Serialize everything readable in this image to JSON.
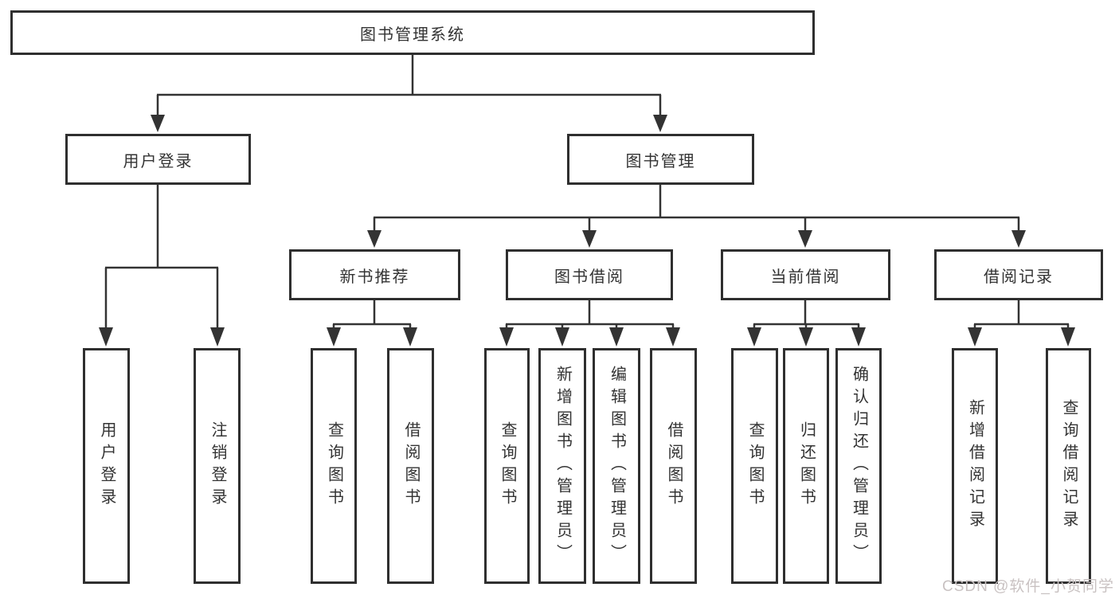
{
  "tree": {
    "root": {
      "label": "图书管理系统"
    },
    "branches": [
      {
        "label": "用户登录",
        "children": [
          {
            "label": "用户登录"
          },
          {
            "label": "注销登录"
          }
        ]
      },
      {
        "label": "图书管理",
        "groups": [
          {
            "label": "新书推荐",
            "children": [
              {
                "label": "查询图书"
              },
              {
                "label": "借阅图书"
              }
            ]
          },
          {
            "label": "图书借阅",
            "children": [
              {
                "label": "查询图书"
              },
              {
                "label": "新增图书（管理员）"
              },
              {
                "label": "编辑图书（管理员）"
              },
              {
                "label": "借阅图书"
              }
            ]
          },
          {
            "label": "当前借阅",
            "children": [
              {
                "label": "查询图书"
              },
              {
                "label": "归还图书"
              },
              {
                "label": "确认归还（管理员）"
              }
            ]
          },
          {
            "label": "借阅记录",
            "children": [
              {
                "label": "新增借阅记录"
              },
              {
                "label": "查询借阅记录"
              }
            ]
          }
        ]
      }
    ]
  },
  "colors": {
    "line": "#333333",
    "border": "#2f2f2f",
    "text": "#333333",
    "watermark": "#c9c2c2"
  },
  "watermark": {
    "text": "CSDN @软件_小贺同学"
  }
}
